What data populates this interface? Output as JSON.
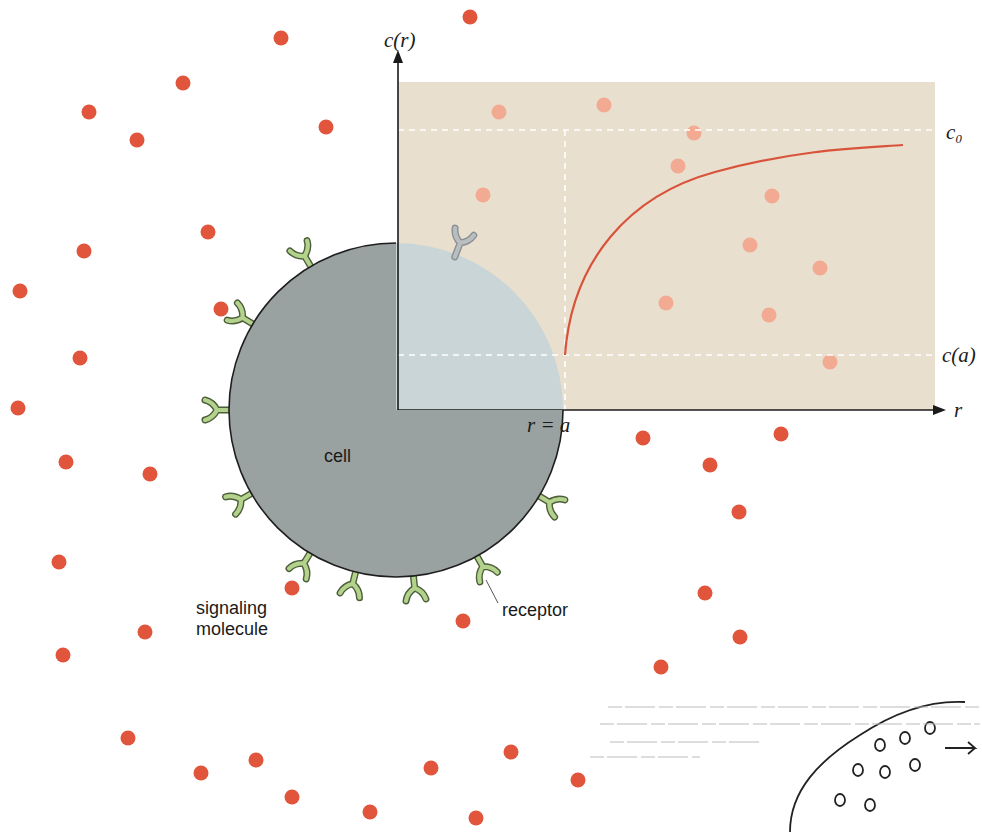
{
  "diagram": {
    "nodes": [
      {
        "text": [
          "cell"
        ]
      }
    ],
    "labels": [
      "c(r)",
      "c₀",
      "c(a)",
      "r",
      "r = a",
      "signaling molecule",
      "receptor"
    ]
  }
}
